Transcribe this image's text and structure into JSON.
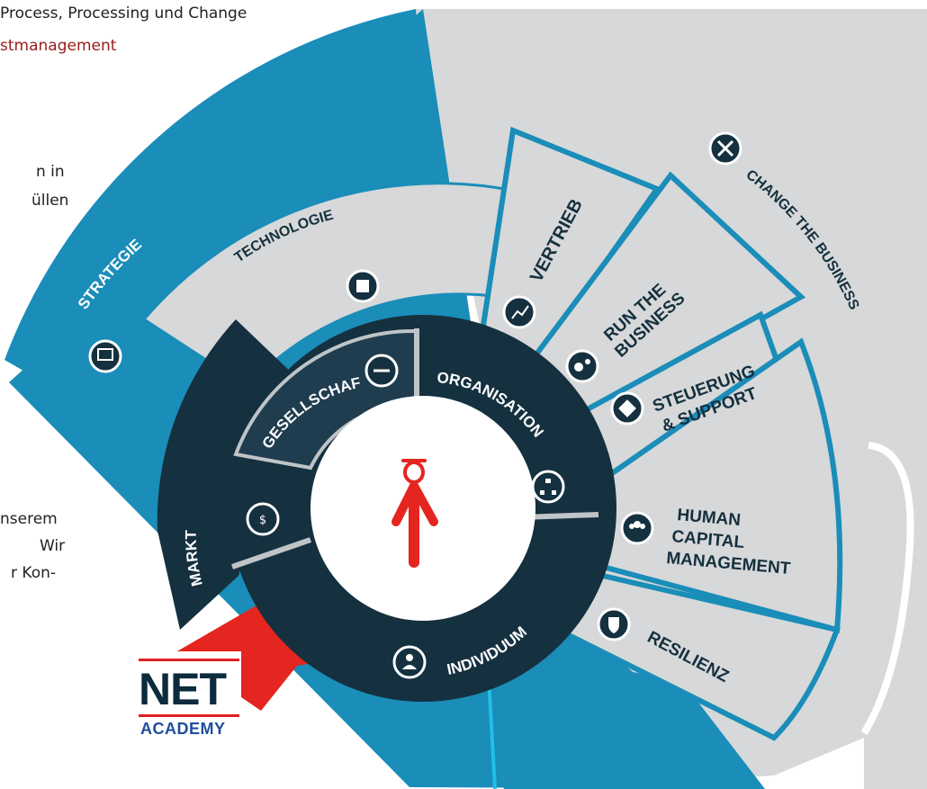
{
  "page": {
    "header_line1": "Process, Processing und Change",
    "header_line2": "stmanagement",
    "left_fragment_a1": "n in",
    "left_fragment_a2": "üllen",
    "left_fragment_b1": "nserem",
    "left_fragment_b2": "Wir",
    "left_fragment_b3": "r Kon-"
  },
  "colors": {
    "teal": "#1a8db9",
    "light_gray": "#d7d8d9",
    "dark_navy": "#15303f",
    "red": "#e5251f",
    "cyan_border": "#20c0e8"
  },
  "diagram": {
    "outer_labels": {
      "strategie": "STRATEGIE",
      "technologie": "TECHNOLOGIE",
      "vertrieb": "VERTRIEB",
      "run_1": "RUN THE",
      "run_2": "BUSINESS",
      "change": "CHANGE THE BUSINESS",
      "steuerung_1": "STEUERUNG",
      "steuerung_2": "& SUPPORT",
      "hcm_1": "HUMAN",
      "hcm_2": "CAPITAL",
      "hcm_3": "MANAGEMENT",
      "resilienz": "RESILIENZ"
    },
    "inner_labels": {
      "markt": "MARKT",
      "gesellschaft": "GESELLSCHAFT",
      "organisation": "ORGANISATION",
      "individuum": "INDIVIDUUM"
    },
    "icons": [
      "strategy-presentation-icon",
      "chip-icon",
      "chart-icon",
      "gears-icon",
      "tools-icon",
      "direction-icon",
      "people-icon",
      "shield-icon",
      "money-chat-icon",
      "handshake-icon",
      "org-chart-icon",
      "person-icon"
    ]
  },
  "logo": {
    "name": "NET",
    "subtitle": "ACADEMY"
  }
}
